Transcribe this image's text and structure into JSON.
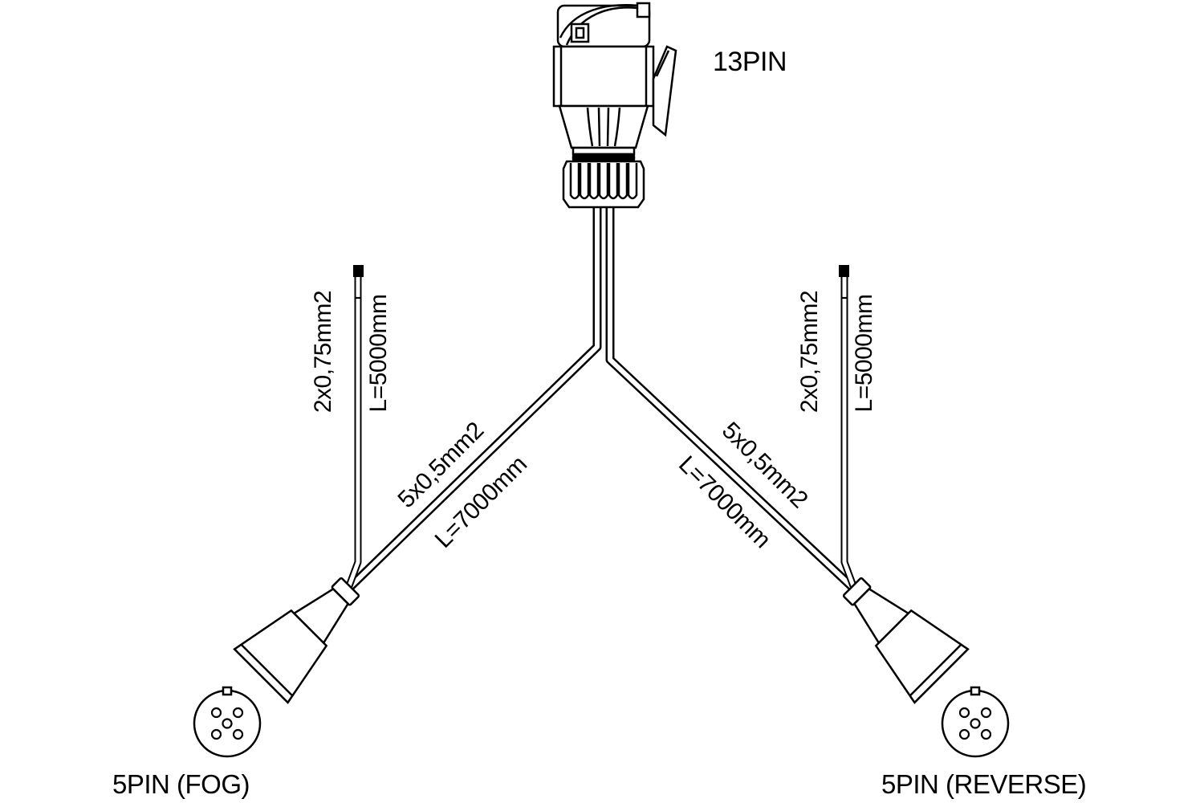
{
  "diagram": {
    "main_connector_label": "13PIN",
    "left_branch": {
      "spec": "2x0,75mm2",
      "length": "L=5000mm"
    },
    "right_branch": {
      "spec": "2x0,75mm2",
      "length": "L=5000mm"
    },
    "left_cable": {
      "spec": "5x0,5mm2",
      "length": "L=7000mm"
    },
    "right_cable": {
      "spec": "5x0,5mm2",
      "length": "L=7000mm"
    },
    "left_connector_label": "5PIN (FOG)",
    "right_connector_label": "5PIN (REVERSE)"
  },
  "colors": {
    "line": "#000000",
    "background": "#ffffff"
  }
}
